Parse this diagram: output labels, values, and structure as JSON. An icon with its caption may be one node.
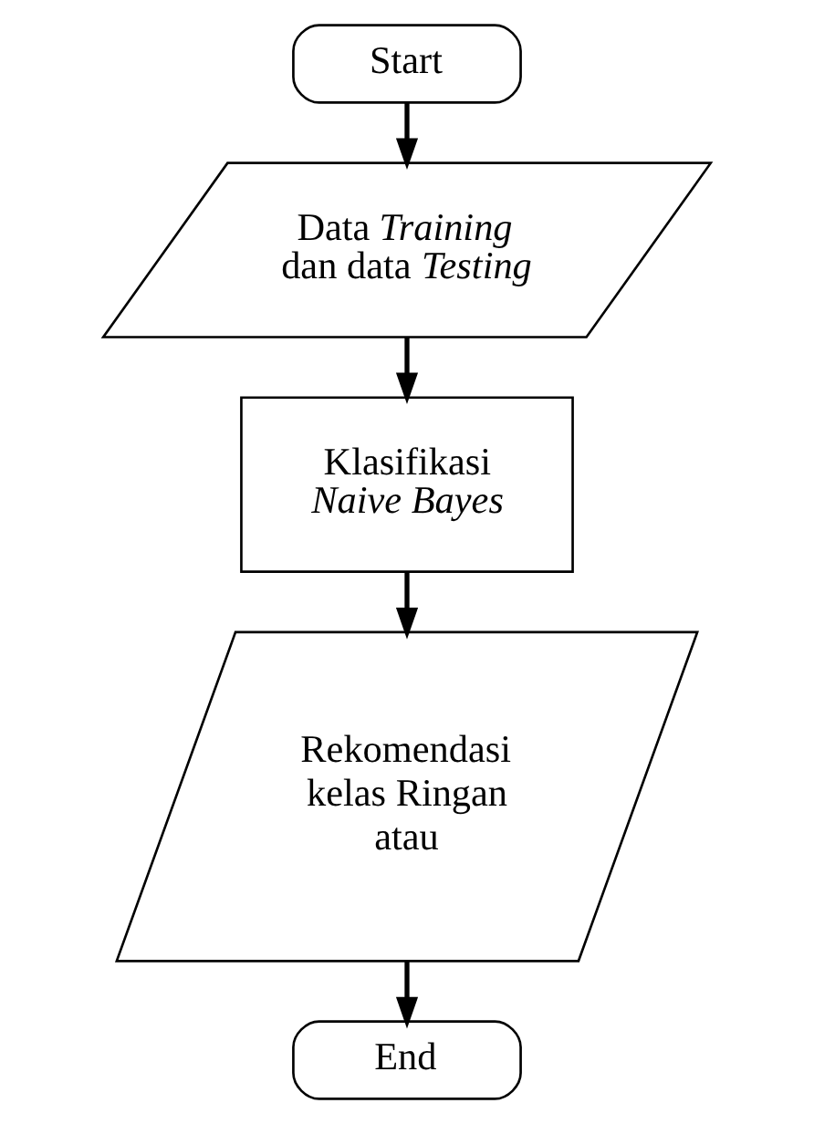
{
  "diagram": {
    "nodes": [
      {
        "text": [
          "Start"
        ]
      },
      {
        "text": [
          "Data *Training* dan data *Testing*"
        ]
      },
      {
        "text": [
          "Klasifikasi *Naive Bayes*"
        ]
      },
      {
        "text": [
          "Rekomendasi kelas Ringan atau"
        ]
      },
      {
        "text": [
          "End"
        ]
      }
    ],
    "edges": [
      {
        "from": 0,
        "to": 1,
        "arrow": "to"
      },
      {
        "from": 1,
        "to": 2,
        "arrow": "to"
      },
      {
        "from": 2,
        "to": 3,
        "arrow": "to"
      },
      {
        "from": 3,
        "to": 4,
        "arrow": "to"
      }
    ]
  }
}
